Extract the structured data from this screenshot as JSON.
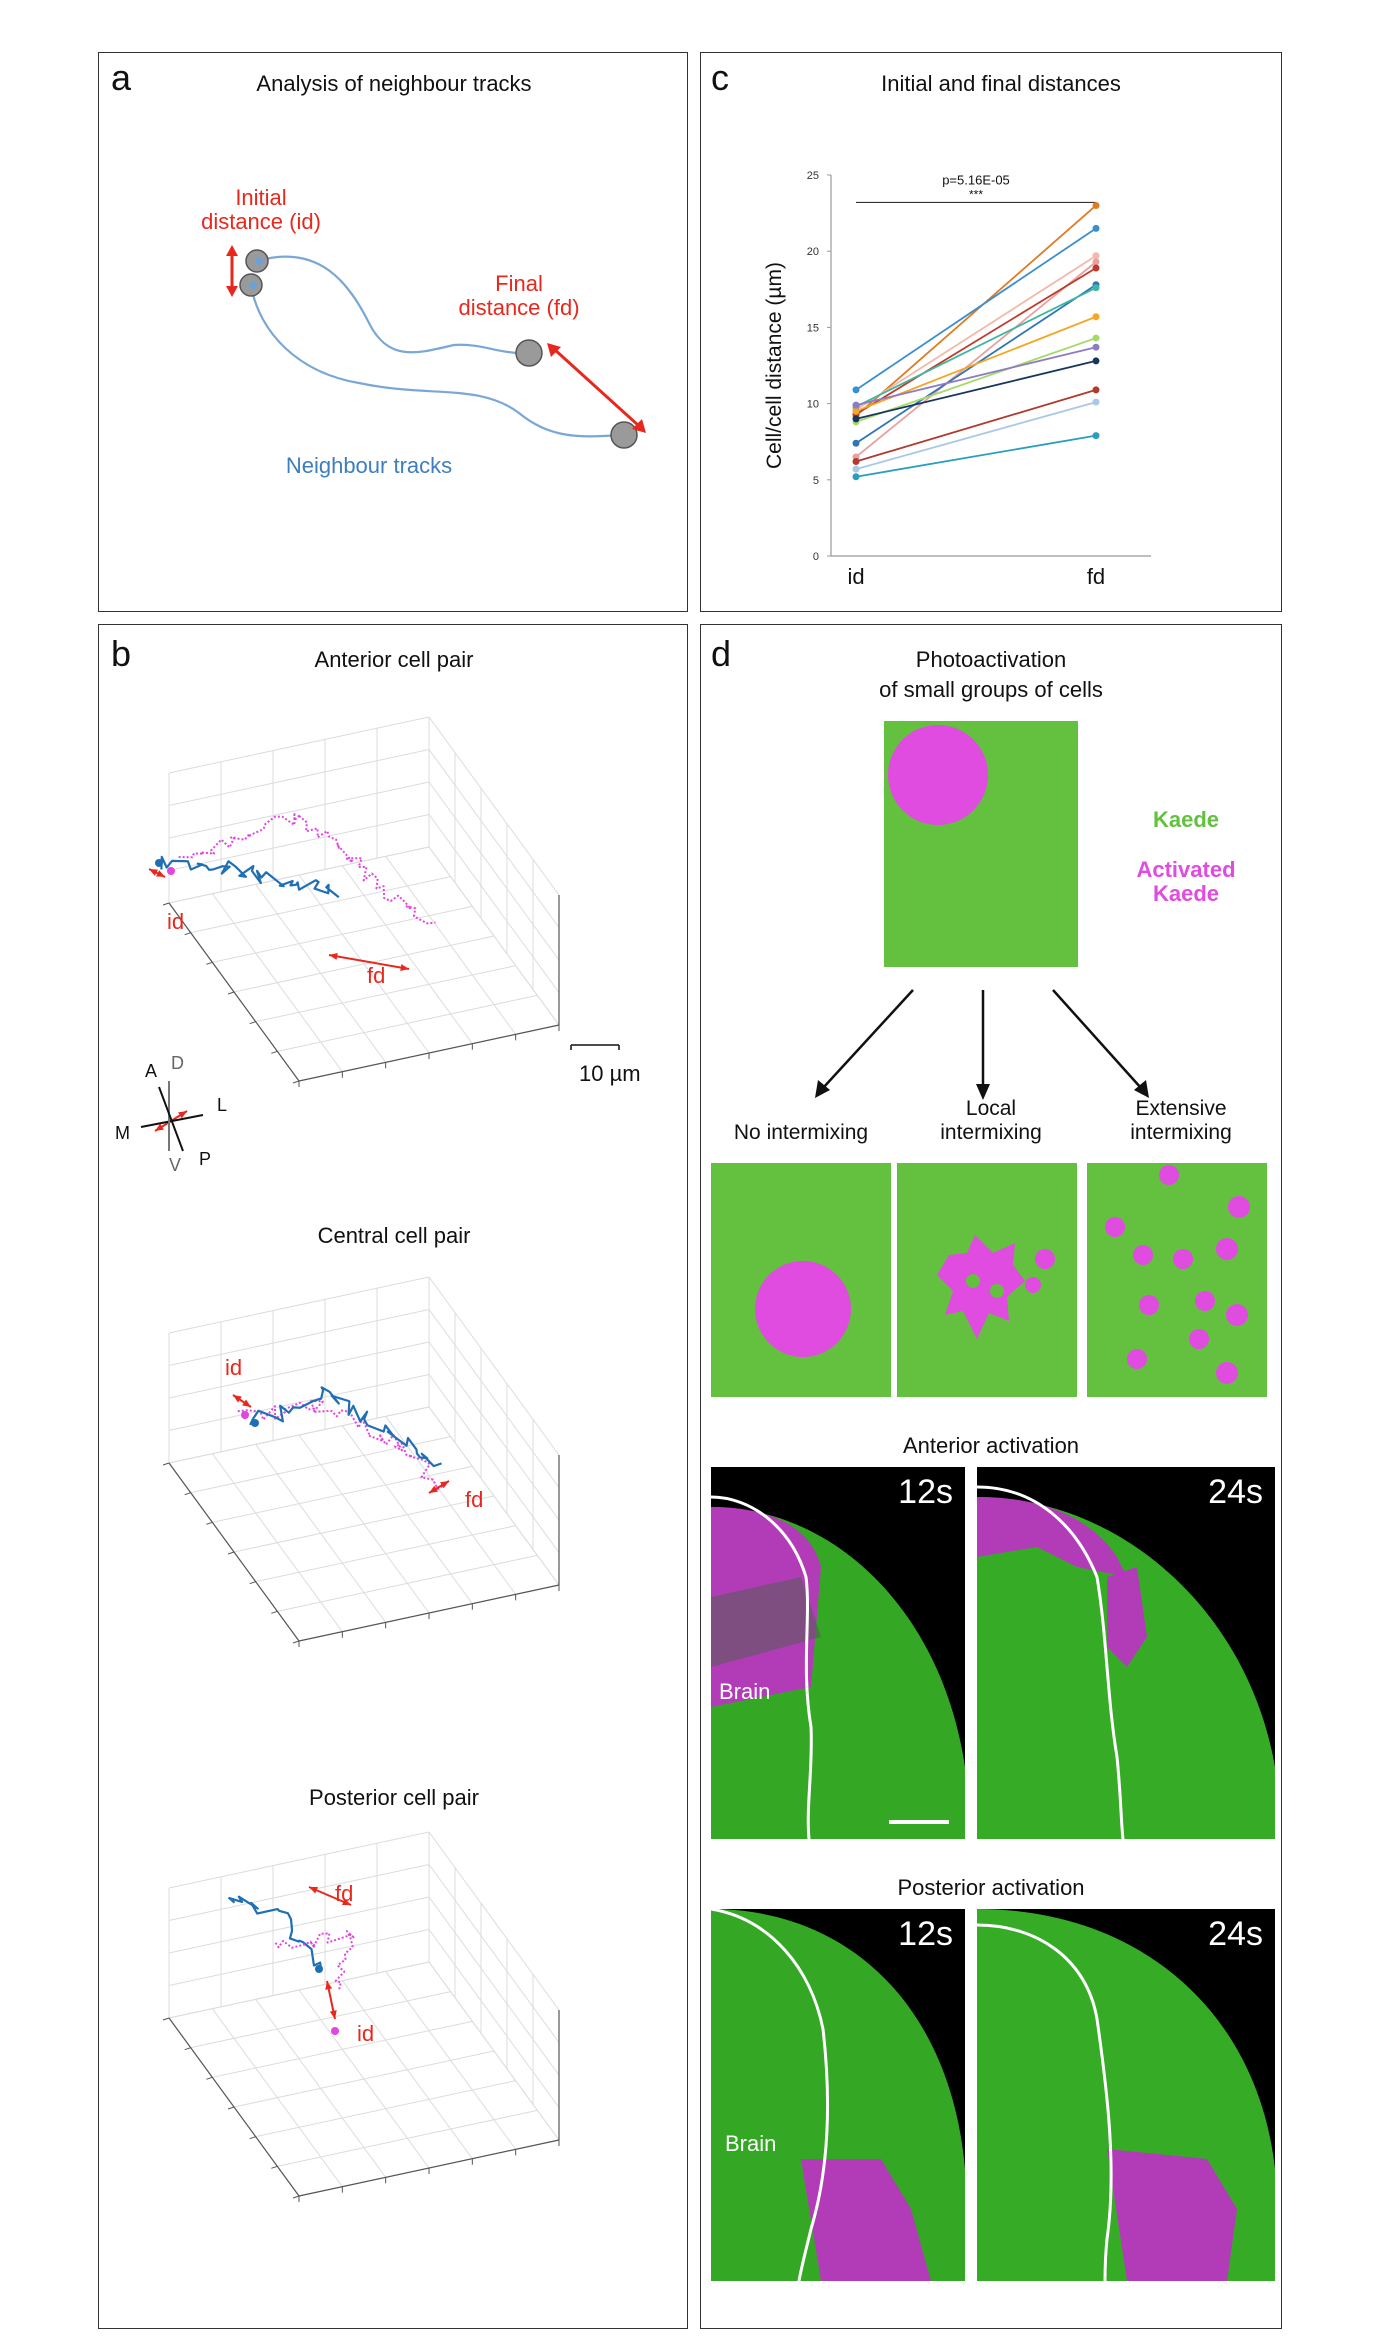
{
  "panel_a": {
    "label": "a",
    "title": "Analysis of neighbour tracks",
    "initial_1": "Initial",
    "initial_2": "distance (id)",
    "final_1": "Final",
    "final_2": "distance (fd)",
    "tracks": "Neighbour tracks",
    "colors": {
      "red": "#e8281e",
      "blue": "#3d7ebf",
      "cell": "#9a9a9a"
    }
  },
  "panel_b": {
    "label": "b",
    "anterior_title": "Anterior cell pair",
    "central_title": "Central cell pair",
    "posterior_title": "Posterior cell pair",
    "id": "id",
    "fd": "fd",
    "scale": "10 µm",
    "axes": {
      "A": "A",
      "D": "D",
      "L": "L",
      "M": "M",
      "V": "V",
      "P": "P"
    },
    "colors": {
      "track1": "#1f6fb4",
      "track2": "#e046e0",
      "arrow": "#e8281e"
    }
  },
  "panel_c": {
    "label": "c",
    "title": "Initial and final distances",
    "pvalue": "p=5.16E-05",
    "stars": "***"
  },
  "panel_d": {
    "label": "d",
    "title_1": "Photoactivation",
    "title_2": "of small groups of cells",
    "kaede": "Kaede",
    "activated_1": "Activated",
    "activated_2": "Kaede",
    "no_mix": "No intermixing",
    "local_1": "Local",
    "local_2": "intermixing",
    "ext_1": "Extensive",
    "ext_2": "intermixing",
    "anterior": "Anterior activation",
    "posterior": "Posterior activation",
    "t12": "12s",
    "t24": "24s",
    "brain": "Brain",
    "colors": {
      "green": "#63c13f",
      "magenta": "#e04be0"
    }
  },
  "chart_data": {
    "type": "line",
    "title": "Initial and final distances",
    "xlabel": "",
    "ylabel": "Cell/cell distance (µm)",
    "categories": [
      "id",
      "fd"
    ],
    "ylim": [
      0,
      25
    ],
    "yticks": [
      0,
      5,
      10,
      15,
      20,
      25
    ],
    "grid": false,
    "annotation": "p=5.16E-05 ***",
    "series": [
      {
        "color": "#e07b24",
        "values": [
          9.2,
          23.0
        ]
      },
      {
        "color": "#3a8fd1",
        "values": [
          10.9,
          21.5
        ]
      },
      {
        "color": "#f4b8a8",
        "values": [
          9.6,
          19.7
        ]
      },
      {
        "color": "#e9a0a0",
        "values": [
          6.5,
          19.3
        ]
      },
      {
        "color": "#c0392b",
        "values": [
          9.3,
          18.9
        ]
      },
      {
        "color": "#2f75b5",
        "values": [
          7.4,
          17.8
        ]
      },
      {
        "color": "#3cb8a0",
        "values": [
          9.8,
          17.6
        ]
      },
      {
        "color": "#f5a623",
        "values": [
          9.5,
          15.7
        ]
      },
      {
        "color": "#a6d96a",
        "values": [
          8.8,
          14.3
        ]
      },
      {
        "color": "#8e7cc3",
        "values": [
          9.9,
          13.7
        ]
      },
      {
        "color": "#17365d",
        "values": [
          9.0,
          12.8
        ]
      },
      {
        "color": "#b03a2e",
        "values": [
          6.2,
          10.9
        ]
      },
      {
        "color": "#a9c8e8",
        "values": [
          5.7,
          10.1
        ]
      },
      {
        "color": "#2a9fbc",
        "values": [
          5.2,
          7.9
        ]
      }
    ]
  }
}
